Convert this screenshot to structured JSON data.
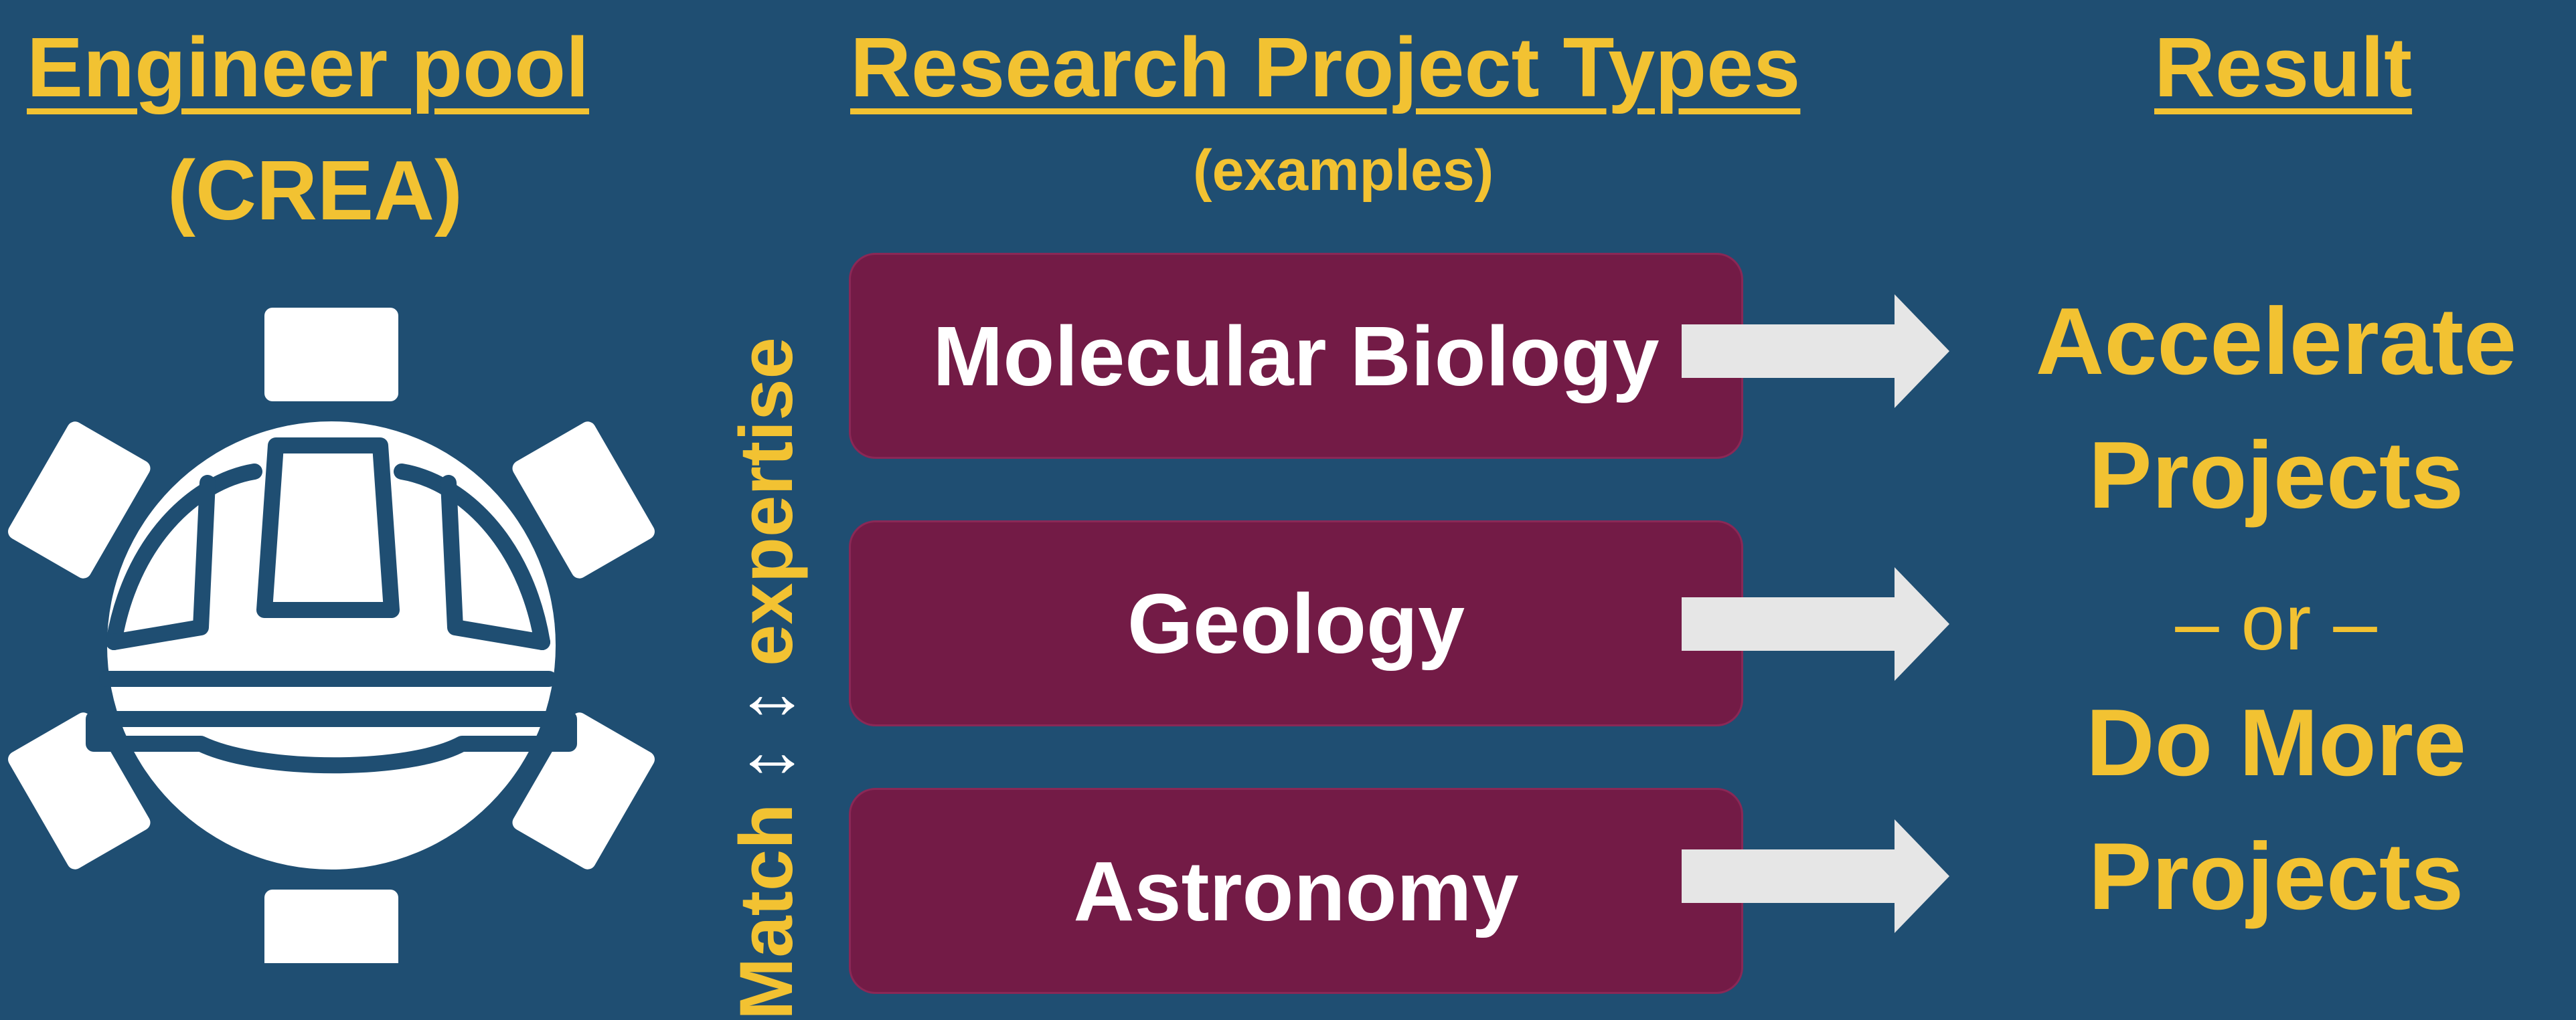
{
  "columns": {
    "engineer": {
      "title": "Engineer pool",
      "subtitle": "(CREA)"
    },
    "projects": {
      "title": "Research Project Types",
      "subtitle": "(examples)"
    },
    "result": {
      "title": "Result"
    }
  },
  "side_label": {
    "match": "Match",
    "symbol": "↕ ↕",
    "expertise": "expertise"
  },
  "project_types": [
    "Molecular Biology",
    "Geology",
    "Astronomy"
  ],
  "result_text": {
    "line1": "Accelerate",
    "line2": "Projects",
    "connector": "– or –",
    "line3": "Do More",
    "line4": "Projects"
  },
  "colors": {
    "background": "#1f4e72",
    "accent": "#f2c232",
    "box": "#731b46",
    "arrow": "#e6e6e6",
    "icon": "#ffffff"
  },
  "icons": {
    "engineer": "hard-hat-gear-icon",
    "arrow": "right-arrow-icon"
  }
}
